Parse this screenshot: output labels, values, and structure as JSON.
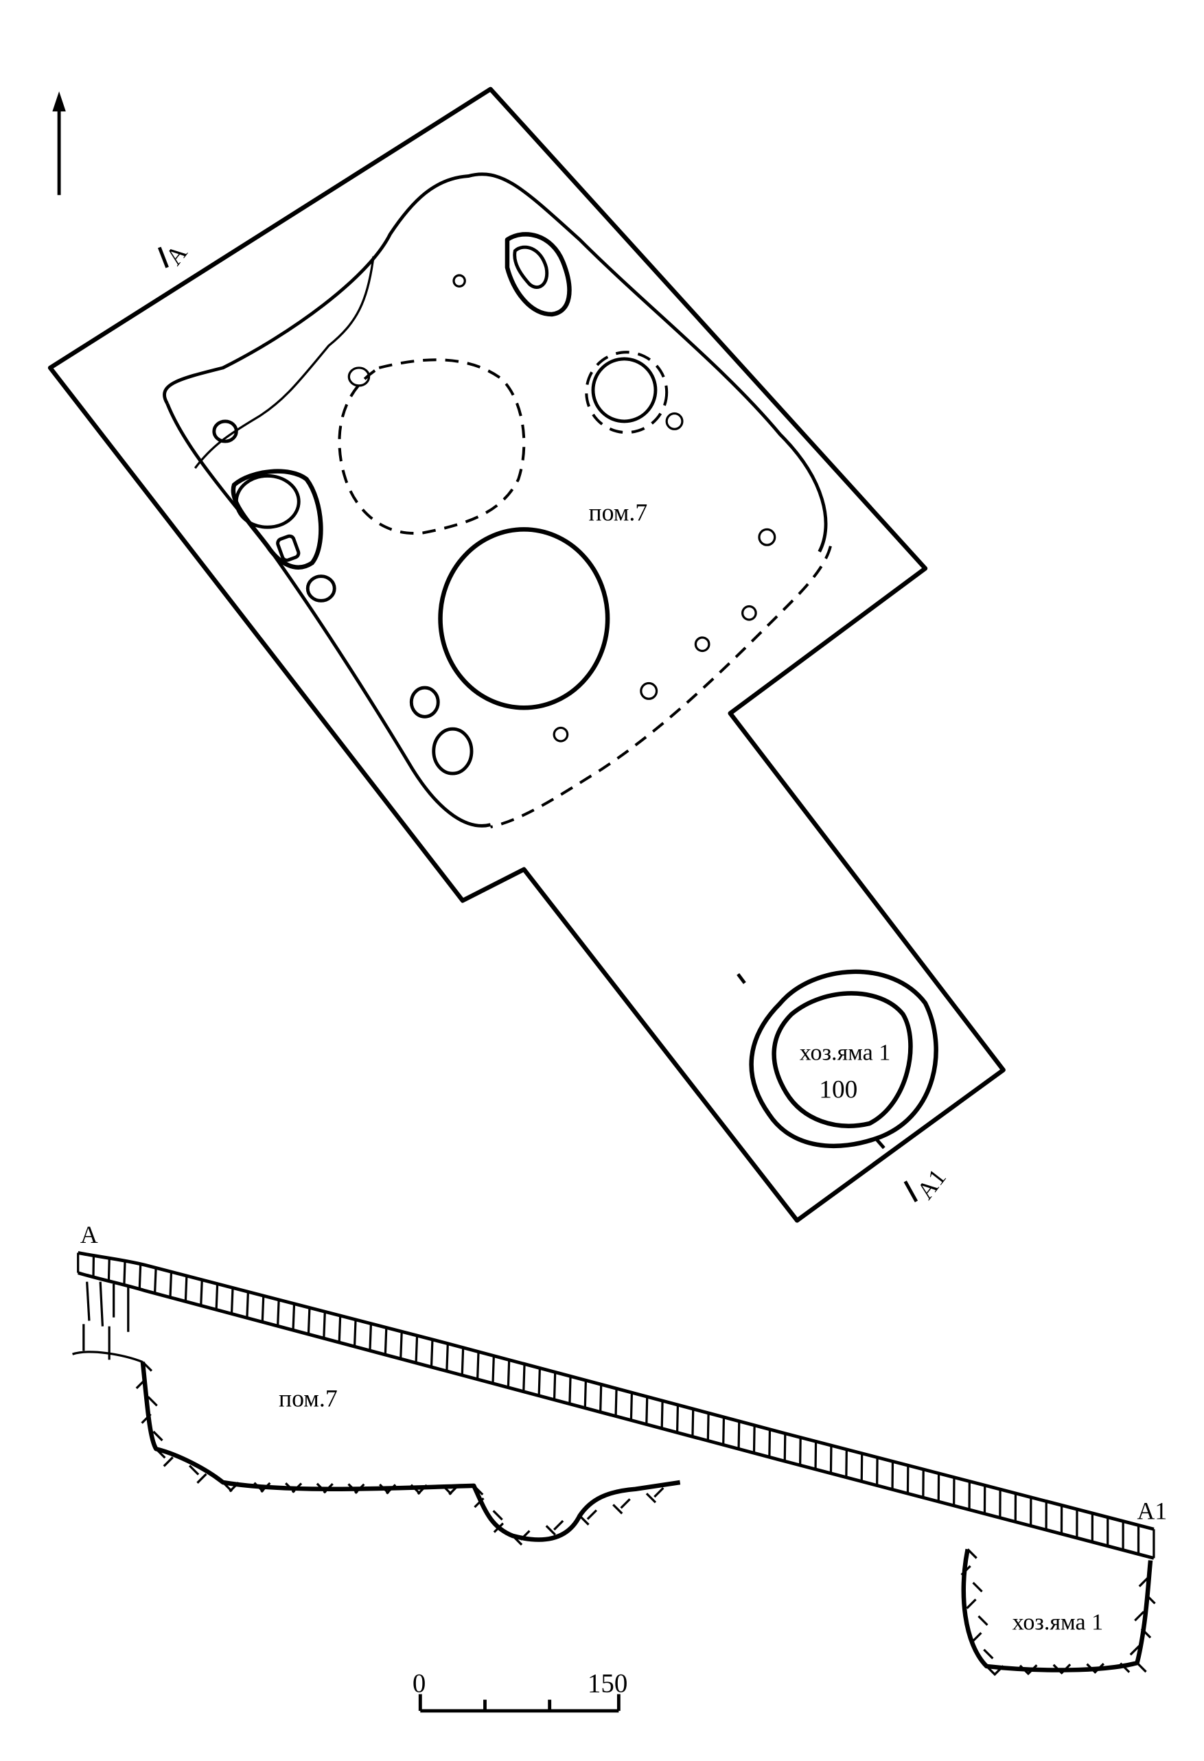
{
  "plan": {
    "room_label": "пом.7",
    "pit_label": "хоз.яма 1",
    "pit_depth": "100",
    "section_start_label": "A",
    "section_end_label": "A1"
  },
  "section": {
    "start_label": "A",
    "end_label": "A1",
    "room_label": "пом.7",
    "pit_label": "хоз.яма 1"
  },
  "scale_bar": {
    "start_label": "0",
    "end_label": "150"
  }
}
